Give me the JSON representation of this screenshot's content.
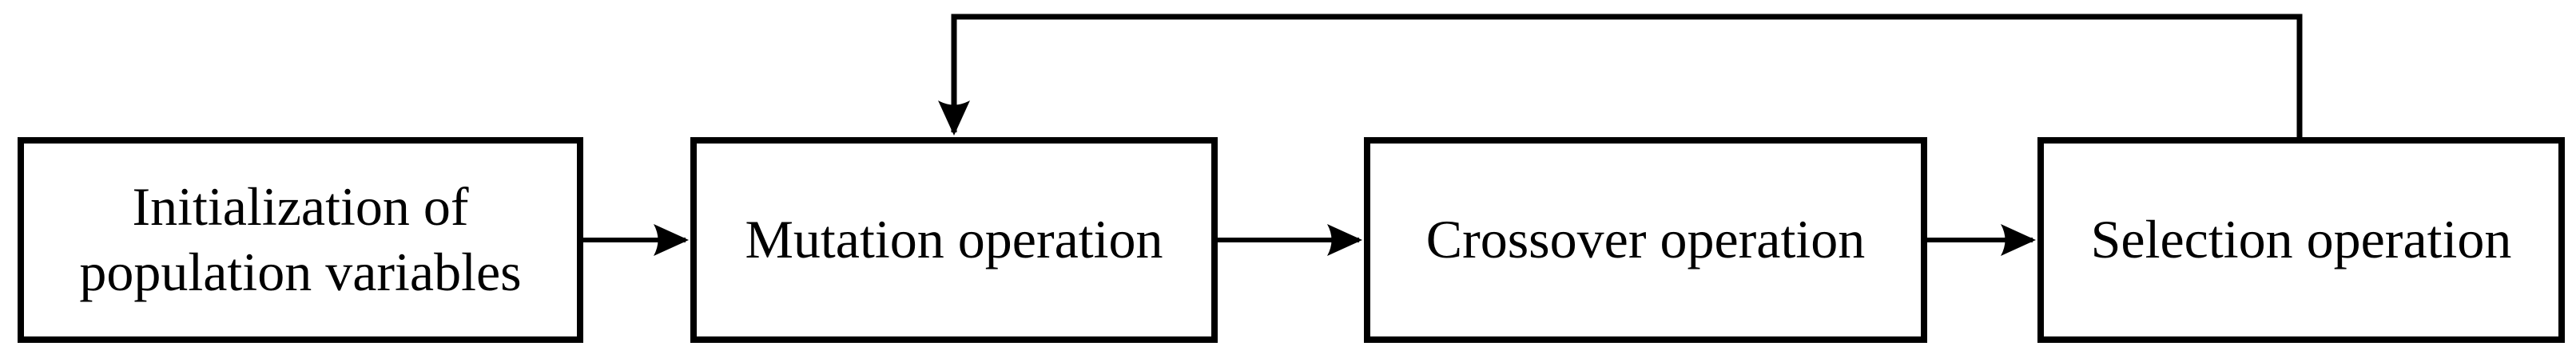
{
  "diagram": {
    "type": "flowchart",
    "background_color": "#ffffff",
    "line_color": "#000000",
    "text_color": "#000000",
    "nodes": [
      {
        "id": "initialization",
        "lines": [
          "Initialization of",
          "population variables"
        ]
      },
      {
        "id": "mutation",
        "label": "Mutation operation"
      },
      {
        "id": "crossover",
        "label": "Crossover operation"
      },
      {
        "id": "selection",
        "label": "Selection operation"
      }
    ],
    "edges": [
      {
        "from": "initialization",
        "to": "mutation",
        "style": "arrow-right"
      },
      {
        "from": "mutation",
        "to": "crossover",
        "style": "arrow-right"
      },
      {
        "from": "crossover",
        "to": "selection",
        "style": "arrow-right"
      },
      {
        "from": "selection",
        "to": "mutation",
        "style": "feedback-loop-over-top"
      }
    ]
  }
}
